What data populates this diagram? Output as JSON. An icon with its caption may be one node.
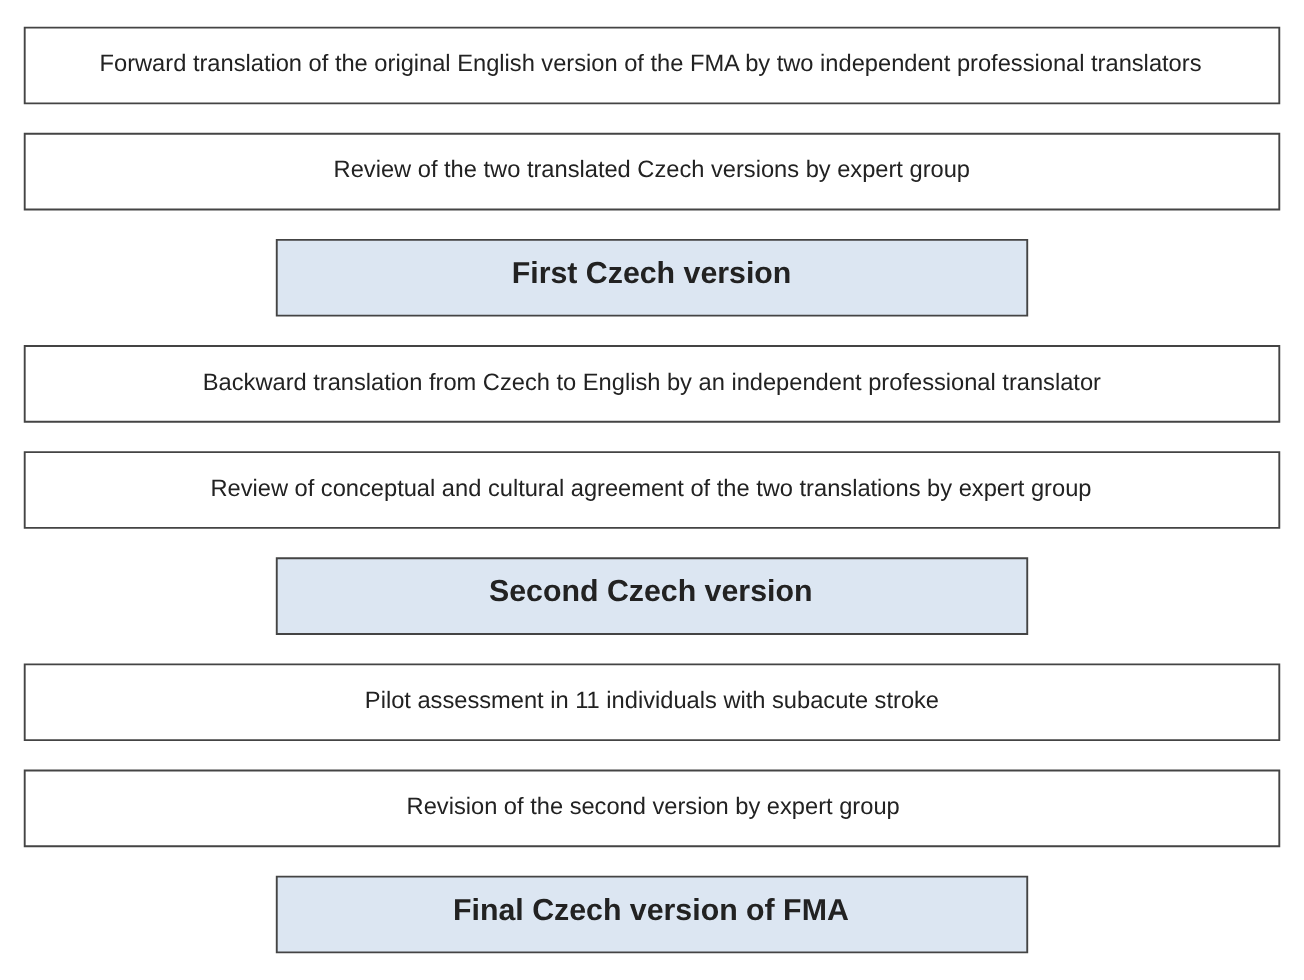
{
  "diagram": {
    "nodes": [
      {
        "text": [
          "Forward translation of the original English version of the FMA by two independent professional translators"
        ]
      },
      {
        "text": [
          "Review of the two translated Czech versions by expert group"
        ]
      },
      {
        "text": [
          "First Czech version"
        ]
      },
      {
        "text": [
          "Backward translation from Czech to English by an independent professional translator"
        ]
      },
      {
        "text": [
          "Review of conceptual and cultural agreement of the two translations by expert group"
        ]
      },
      {
        "text": [
          "Second Czech version"
        ]
      },
      {
        "text": [
          "Pilot assessment in 11 individuals with subacute stroke"
        ]
      },
      {
        "text": [
          "Revision of the second version by expert group"
        ]
      },
      {
        "text": [
          "Final Czech version of FMA"
        ]
      }
    ],
    "edges": []
  }
}
